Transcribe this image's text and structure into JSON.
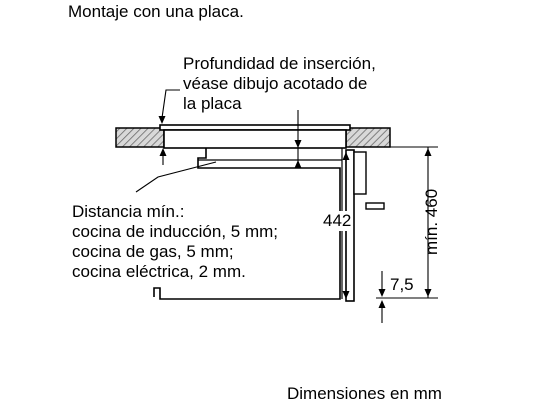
{
  "title": "Montaje con una placa.",
  "notes": {
    "insertion_depth_lines": [
      "Profundidad de inserción,",
      "véase dibujo acotado de",
      "la placa"
    ],
    "min_distance_lines": [
      "Distancia mín.:",
      "cocina de inducción, 5 mm;",
      "cocina de gas, 5 mm;",
      "cocina eléctrica, 2 mm."
    ]
  },
  "dimensions": {
    "oven_height": "442",
    "min_height": "mín. 460",
    "gap": "7,5"
  },
  "footer": "Dimensiones en mm"
}
